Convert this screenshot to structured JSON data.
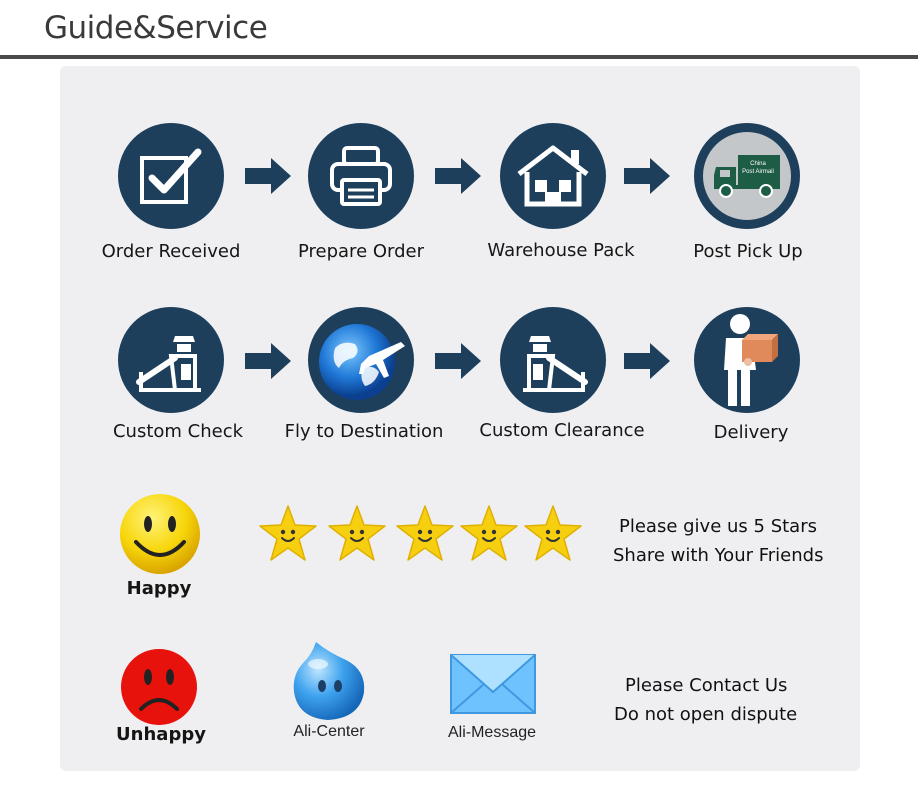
{
  "header": {
    "title": "Guide&Service"
  },
  "steps_row1": [
    {
      "label": "Order Received",
      "icon": "checkbox-icon"
    },
    {
      "label": "Prepare Order",
      "icon": "printer-icon"
    },
    {
      "label": "Warehouse Pack",
      "icon": "warehouse-icon"
    },
    {
      "label": "Post Pick Up",
      "icon": "truck-icon"
    }
  ],
  "steps_row2": [
    {
      "label": "Custom Check",
      "icon": "customs-officer-icon"
    },
    {
      "label": "Fly to Destination",
      "icon": "globe-plane-icon"
    },
    {
      "label": "Custom Clearance",
      "icon": "customs-officer-icon"
    },
    {
      "label": "Delivery",
      "icon": "delivery-person-icon"
    }
  ],
  "truck_text": {
    "line1": "China",
    "line2": "Post Airmail"
  },
  "happy": {
    "label": "Happy",
    "message_line1": "Please give us 5 Stars",
    "message_line2": "Share with Your Friends",
    "stars": 5
  },
  "unhappy": {
    "label": "Unhappy",
    "ali_center": "Ali-Center",
    "ali_message": "Ali-Message",
    "message_line1": "Please Contact Us",
    "message_line2": "Do not open dispute"
  },
  "colors": {
    "circle": "#1e3f5c",
    "arrow": "#1e3f5c",
    "happy_yellow": "#f7d60a",
    "unhappy_red": "#e8120c",
    "star": "#f6cf10"
  }
}
